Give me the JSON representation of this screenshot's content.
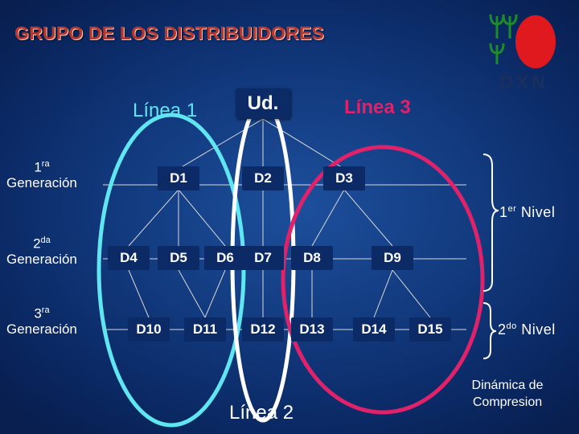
{
  "header": {
    "title": "GRUPO DE LOS DISTRIBUIDORES"
  },
  "logo": {
    "text": "DXN",
    "icon": "dxn-mushroom-logo",
    "circle_color": "#e0191e"
  },
  "diagram": {
    "root": "Ud.",
    "lines": [
      {
        "label": "Línea 1",
        "color": "#5fe6f0"
      },
      {
        "label": "Línea 2",
        "color": "#ffffff"
      },
      {
        "label": "Línea 3",
        "color": "#e0226a"
      }
    ],
    "generations": [
      {
        "num": "1",
        "sup": "ra",
        "word": "Generación"
      },
      {
        "num": "2",
        "sup": "da",
        "word": "Generación"
      },
      {
        "num": "3",
        "sup": "ra",
        "word": "Generación"
      }
    ],
    "nodes": [
      "D1",
      "D2",
      "D3",
      "D4",
      "D5",
      "D6",
      "D7",
      "D8",
      "D9",
      "D10",
      "D11",
      "D12",
      "D13",
      "D14",
      "D15"
    ],
    "levels": [
      {
        "num": "1",
        "sup": "er",
        "word": "Nivel"
      },
      {
        "num": "2",
        "sup": "do",
        "word": "Nivel"
      }
    ],
    "caption": "Dinámica de Compresion"
  },
  "colors": {
    "background": "#123a7e",
    "node_fill": "#0c2b66",
    "title": "#b8372a"
  }
}
